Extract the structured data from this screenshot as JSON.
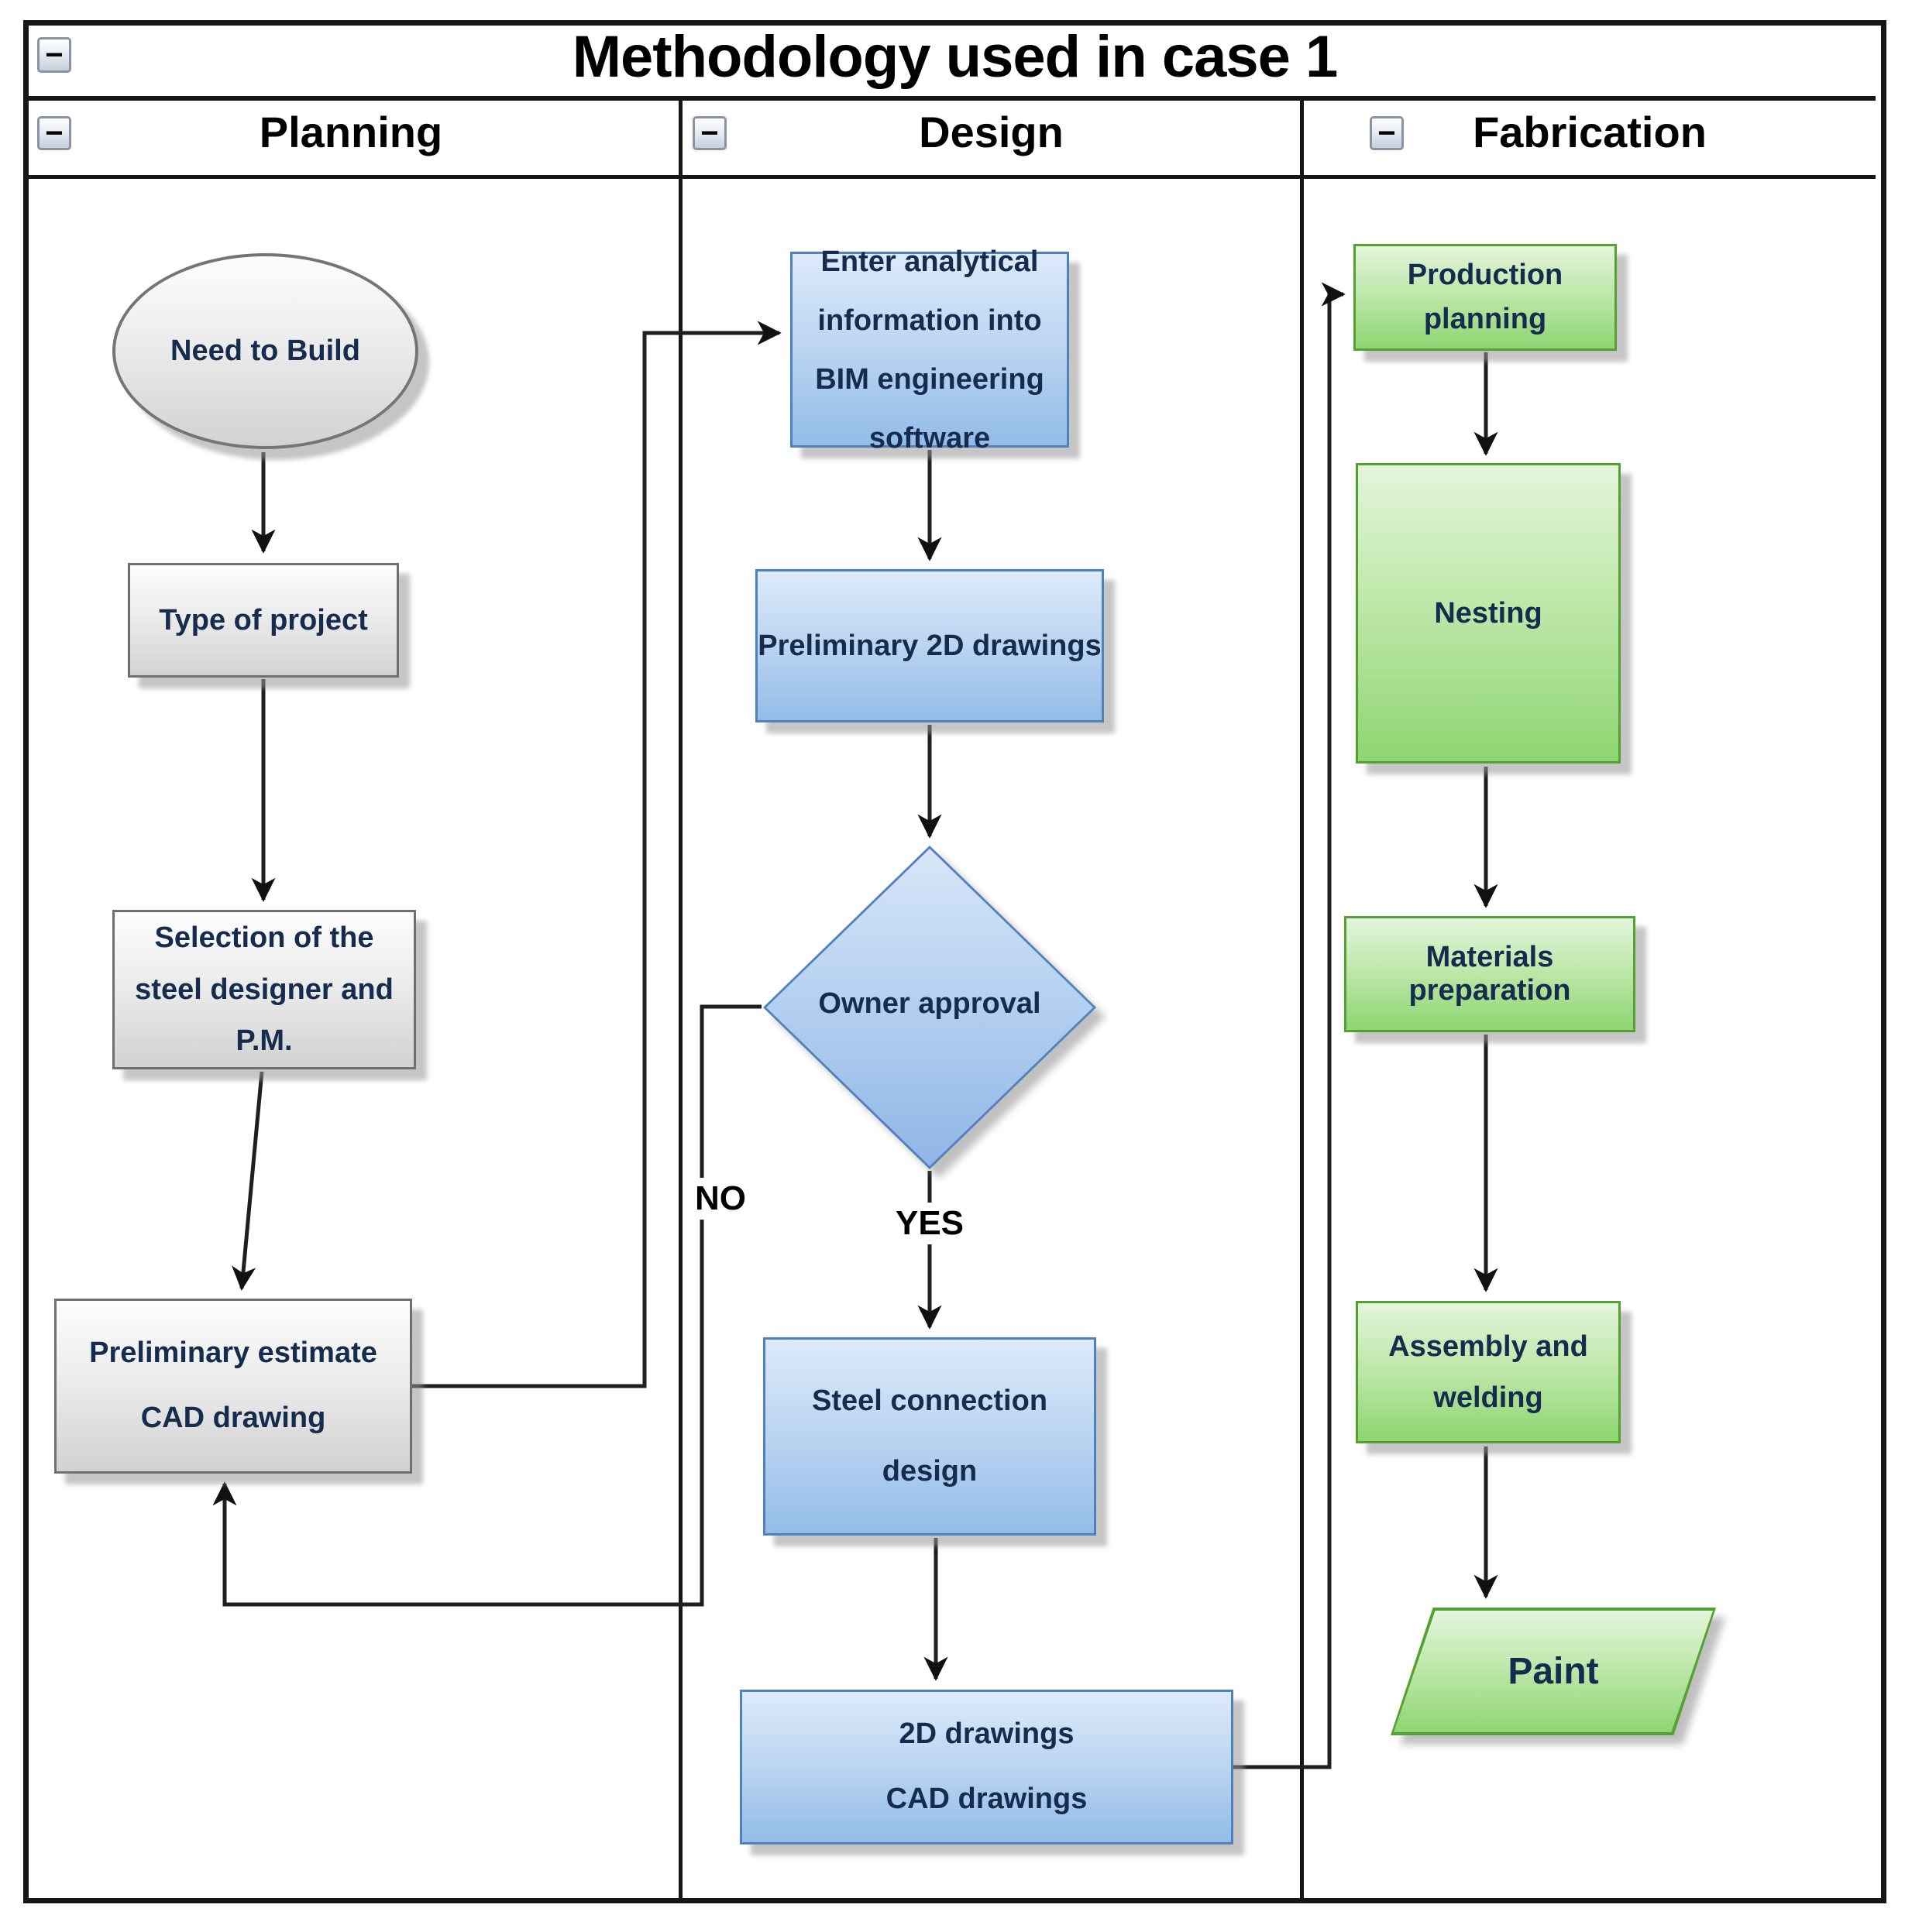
{
  "title": {
    "text": "Methodology used in case 1"
  },
  "ui": {
    "collapse_glyph": "−"
  },
  "lanes": [
    {
      "label": "Planning"
    },
    {
      "label": "Design"
    },
    {
      "label": "Fabrication"
    }
  ],
  "nodes": {
    "need_to_build": {
      "label": "Need to Build",
      "shape": "ellipse",
      "lane": "Planning"
    },
    "type_of_project": {
      "label": "Type of project",
      "shape": "process",
      "lane": "Planning"
    },
    "selection_pm": {
      "label": "Selection of the steel designer and P.M.",
      "shape": "process",
      "lane": "Planning"
    },
    "prelim_cad": {
      "label": "Preliminary estimate CAD drawing",
      "shape": "process",
      "lane": "Planning"
    },
    "enter_bim": {
      "label": "Enter analytical information into BIM engineering software",
      "shape": "process",
      "lane": "Design"
    },
    "prelim_2d": {
      "label": "Preliminary 2D drawings",
      "shape": "process",
      "lane": "Design"
    },
    "owner_approval": {
      "label": "Owner approval",
      "shape": "decision",
      "lane": "Design"
    },
    "steel_connection": {
      "label": "Steel connection design",
      "shape": "process",
      "lane": "Design"
    },
    "drawings_2d_cad": {
      "label": "2D drawings\nCAD drawings",
      "shape": "process",
      "lane": "Design"
    },
    "production_planning": {
      "label": "Production planning",
      "shape": "process",
      "lane": "Fabrication"
    },
    "nesting": {
      "label": "Nesting",
      "shape": "process",
      "lane": "Fabrication"
    },
    "materials_preparation": {
      "label": "Materials preparation",
      "shape": "process",
      "lane": "Fabrication"
    },
    "assembly_welding": {
      "label": "Assembly and welding",
      "shape": "process",
      "lane": "Fabrication"
    },
    "paint": {
      "label": "Paint",
      "shape": "parallelogram",
      "lane": "Fabrication"
    }
  },
  "edge_labels": {
    "no": "NO",
    "yes": "YES"
  },
  "colors": {
    "planning_shape_border": "#6f6f6f",
    "planning_shape_fill": "#e3e3e3",
    "design_shape_border": "#4f81bd",
    "design_shape_fill": "#aecbee",
    "fabrication_shape_border": "#54a032",
    "fabrication_shape_fill": "#a7df8f",
    "connector": "#1f1f1f",
    "label_text": "#152c4e"
  }
}
